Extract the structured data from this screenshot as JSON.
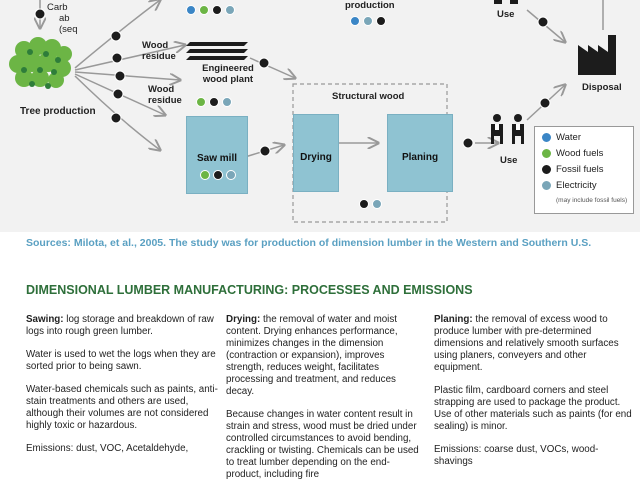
{
  "diagram": {
    "labels": {
      "carbon_fragments": [
        "Carb",
        "ab",
        "(seq"
      ],
      "wood_residue": "Wood residue",
      "tree_production": "Tree production",
      "engineered_wood_plant": "Engineered wood plant",
      "production_partial": "production",
      "use_top": "Use",
      "use_bottom": "Use",
      "disposal": "Disposal",
      "structural_wood": "Structural wood",
      "saw_mill": "Saw mill",
      "drying": "Drying",
      "planing": "Planing"
    },
    "colors": {
      "water": "#3b86c6",
      "wood_fuels": "#6cb545",
      "fossil_fuels": "#1c1c1c",
      "electricity": "#7aa6b8",
      "process_box": "#8fc3d2"
    },
    "legend": {
      "items": [
        {
          "label": "Water",
          "color": "#3b86c6"
        },
        {
          "label": "Wood fuels",
          "color": "#6cb545"
        },
        {
          "label": "Fossil fuels",
          "color": "#1c1c1c"
        },
        {
          "label": "Electricity",
          "color": "#7aa6b8"
        }
      ],
      "note": "(may include fossil fuels)"
    }
  },
  "sources": "Sources: Milota, et al., 2005. The study was for production of dimension lumber in the Western and Southern U.S.",
  "section": {
    "title": "DIMENSIONAL LUMBER MANUFACTURING: PROCESSES AND EMISSIONS",
    "columns": [
      {
        "term": "Sawing:",
        "intro": "log storage and breakdown of raw logs into rough green lumber.",
        "paragraphs": [
          "Water is used to wet the logs when they are sorted prior to being sawn.",
          "Water-based chemicals such as paints, anti-stain treatments and others are used, although their volumes are not considered highly toxic or hazardous.",
          "Emissions: dust, VOC, Acetaldehyde,"
        ]
      },
      {
        "term": "Drying:",
        "intro": "the removal of water and moist content. Drying enhances performance, minimizes changes in the dimension (contraction or expansion), improves strength, reduces weight, facilitates processing and treatment, and reduces decay.",
        "paragraphs": [
          "Because changes in water content result in strain and stress, wood must be dried under controlled circumstances to avoid bending, crackling or twisting. Chemicals can be used to treat lumber depending on the end-product, including fire"
        ]
      },
      {
        "term": "Planing:",
        "intro": "the removal of excess wood to produce lumber with pre-determined dimensions and relatively smooth surfaces using planers, conveyers and other equipment.",
        "paragraphs": [
          "Plastic film, cardboard corners and steel strapping are used to package the product. Use of other materials such as paints (for end sealing) is minor.",
          "Emissions: coarse dust, VOCs, wood-shavings"
        ]
      }
    ]
  }
}
